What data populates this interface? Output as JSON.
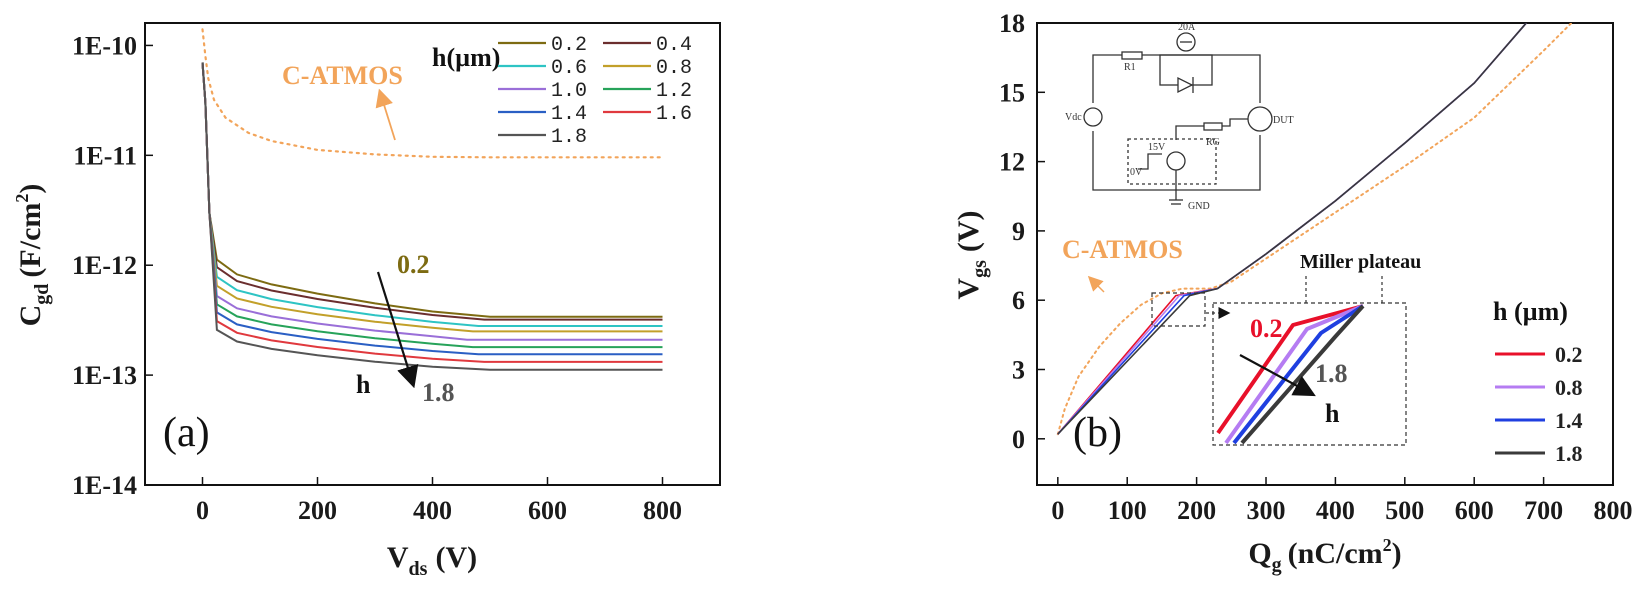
{
  "chart_data": [
    {
      "type": "line",
      "panel": "(a)",
      "ylabel_main": "C",
      "ylabel_sub": "gd",
      "ylabel_units": "(F/cm",
      "ylabel_sup": "2",
      "ylabel_close": ")",
      "xlabel_main": "V",
      "xlabel_sub": "ds",
      "xlabel_units": "(V)",
      "y_scale": "log",
      "xlim": [
        -100,
        900
      ],
      "ylim": [
        1e-14,
        1.6e-10
      ],
      "xticks": [
        0,
        200,
        400,
        600,
        800
      ],
      "yticks": [
        1e-10,
        1e-11,
        1e-12,
        1e-13,
        1e-14
      ],
      "ytick_labels": [
        "1E-10",
        "1E-11",
        "1E-12",
        "1E-13",
        "1E-14"
      ],
      "legend_title": "h(µm)",
      "legend_placement": "top-right",
      "annotations": {
        "reference": "C-ATMOS",
        "low": "0.2",
        "high": "1.8",
        "arrow_label": "h"
      },
      "reference_series": {
        "name": "C-ATMOS",
        "color": "#f2a45a",
        "x": [
          0,
          5,
          10,
          20,
          40,
          80,
          120,
          200,
          300,
          400,
          500,
          600,
          700,
          800
        ],
        "y": [
          1.4e-10,
          8e-11,
          5e-11,
          3.2e-11,
          2.2e-11,
          1.6e-11,
          1.35e-11,
          1.12e-11,
          1.02e-11,
          9.7e-12,
          9.6e-12,
          9.6e-12,
          9.6e-12,
          9.6e-12
        ]
      },
      "series": [
        {
          "name": "0.2",
          "color": "#7d6b12",
          "plateau": 3.4e-13,
          "knee": 500
        },
        {
          "name": "0.4",
          "color": "#6b2e2e",
          "plateau": 3.2e-13,
          "knee": 490
        },
        {
          "name": "0.6",
          "color": "#2ec4c4",
          "plateau": 2.8e-13,
          "knee": 480
        },
        {
          "name": "0.8",
          "color": "#c2a02a",
          "plateau": 2.5e-13,
          "knee": 470
        },
        {
          "name": "1.0",
          "color": "#9a6fd8",
          "plateau": 2.1e-13,
          "knee": 460
        },
        {
          "name": "1.2",
          "color": "#27a35a",
          "plateau": 1.8e-13,
          "knee": 470
        },
        {
          "name": "1.4",
          "color": "#2a5fc4",
          "plateau": 1.55e-13,
          "knee": 480
        },
        {
          "name": "1.6",
          "color": "#e0393e",
          "plateau": 1.32e-13,
          "knee": 490
        },
        {
          "name": "1.8",
          "color": "#555555",
          "plateau": 1.12e-13,
          "knee": 500
        }
      ]
    },
    {
      "type": "line",
      "panel": "(b)",
      "ylabel_main": "V",
      "ylabel_sub": "gs",
      "ylabel_units": "(V)",
      "xlabel_main": "Q",
      "xlabel_sub": "g",
      "xlabel_units": "(nC/cm",
      "xlabel_sup": "2",
      "xlabel_close": ")",
      "xlim": [
        -30,
        800
      ],
      "ylim": [
        -2,
        18
      ],
      "xticks": [
        0,
        100,
        200,
        300,
        400,
        500,
        600,
        700,
        800
      ],
      "yticks": [
        0,
        3,
        6,
        9,
        12,
        15,
        18
      ],
      "legend_title": "h (µm)",
      "legend_placement": "bottom-right",
      "annotations": {
        "reference": "C-ATMOS",
        "plateau": "Miller plateau",
        "low": "0.2",
        "high": "1.8",
        "arrow_label": "h"
      },
      "reference_series": {
        "name": "C-ATMOS",
        "color": "#f2a45a",
        "x": [
          0,
          10,
          30,
          60,
          90,
          120,
          150,
          180,
          220,
          250,
          300,
          400,
          500,
          600,
          700,
          740
        ],
        "y": [
          0.2,
          1.3,
          2.7,
          4.0,
          5.0,
          5.8,
          6.3,
          6.5,
          6.5,
          6.8,
          7.8,
          9.8,
          11.8,
          13.9,
          16.8,
          18
        ]
      },
      "series": [
        {
          "name": "0.2",
          "color": "#e8102a",
          "x": [
            0,
            170,
            230,
            300,
            400,
            500,
            600,
            675
          ],
          "y": [
            0.2,
            6.2,
            6.5,
            8.0,
            10.3,
            12.8,
            15.4,
            18
          ]
        },
        {
          "name": "0.8",
          "color": "#b57cf2",
          "x": [
            0,
            175,
            230,
            300,
            400,
            500,
            600,
            675
          ],
          "y": [
            0.2,
            6.2,
            6.5,
            8.0,
            10.3,
            12.8,
            15.4,
            18
          ]
        },
        {
          "name": "1.4",
          "color": "#1f3fe0",
          "x": [
            0,
            182,
            230,
            300,
            400,
            500,
            600,
            675
          ],
          "y": [
            0.2,
            6.2,
            6.5,
            8.0,
            10.3,
            12.8,
            15.4,
            18
          ]
        },
        {
          "name": "1.8",
          "color": "#3a3a3a",
          "x": [
            0,
            190,
            230,
            300,
            400,
            500,
            600,
            675
          ],
          "y": [
            0.2,
            6.2,
            6.5,
            8.0,
            10.3,
            12.8,
            15.4,
            18
          ]
        }
      ],
      "inset_circuit": {
        "labels": [
          "20A",
          "R1",
          "Vdc",
          "DUT",
          "15V",
          "0V",
          "RG",
          "GND"
        ]
      }
    }
  ]
}
